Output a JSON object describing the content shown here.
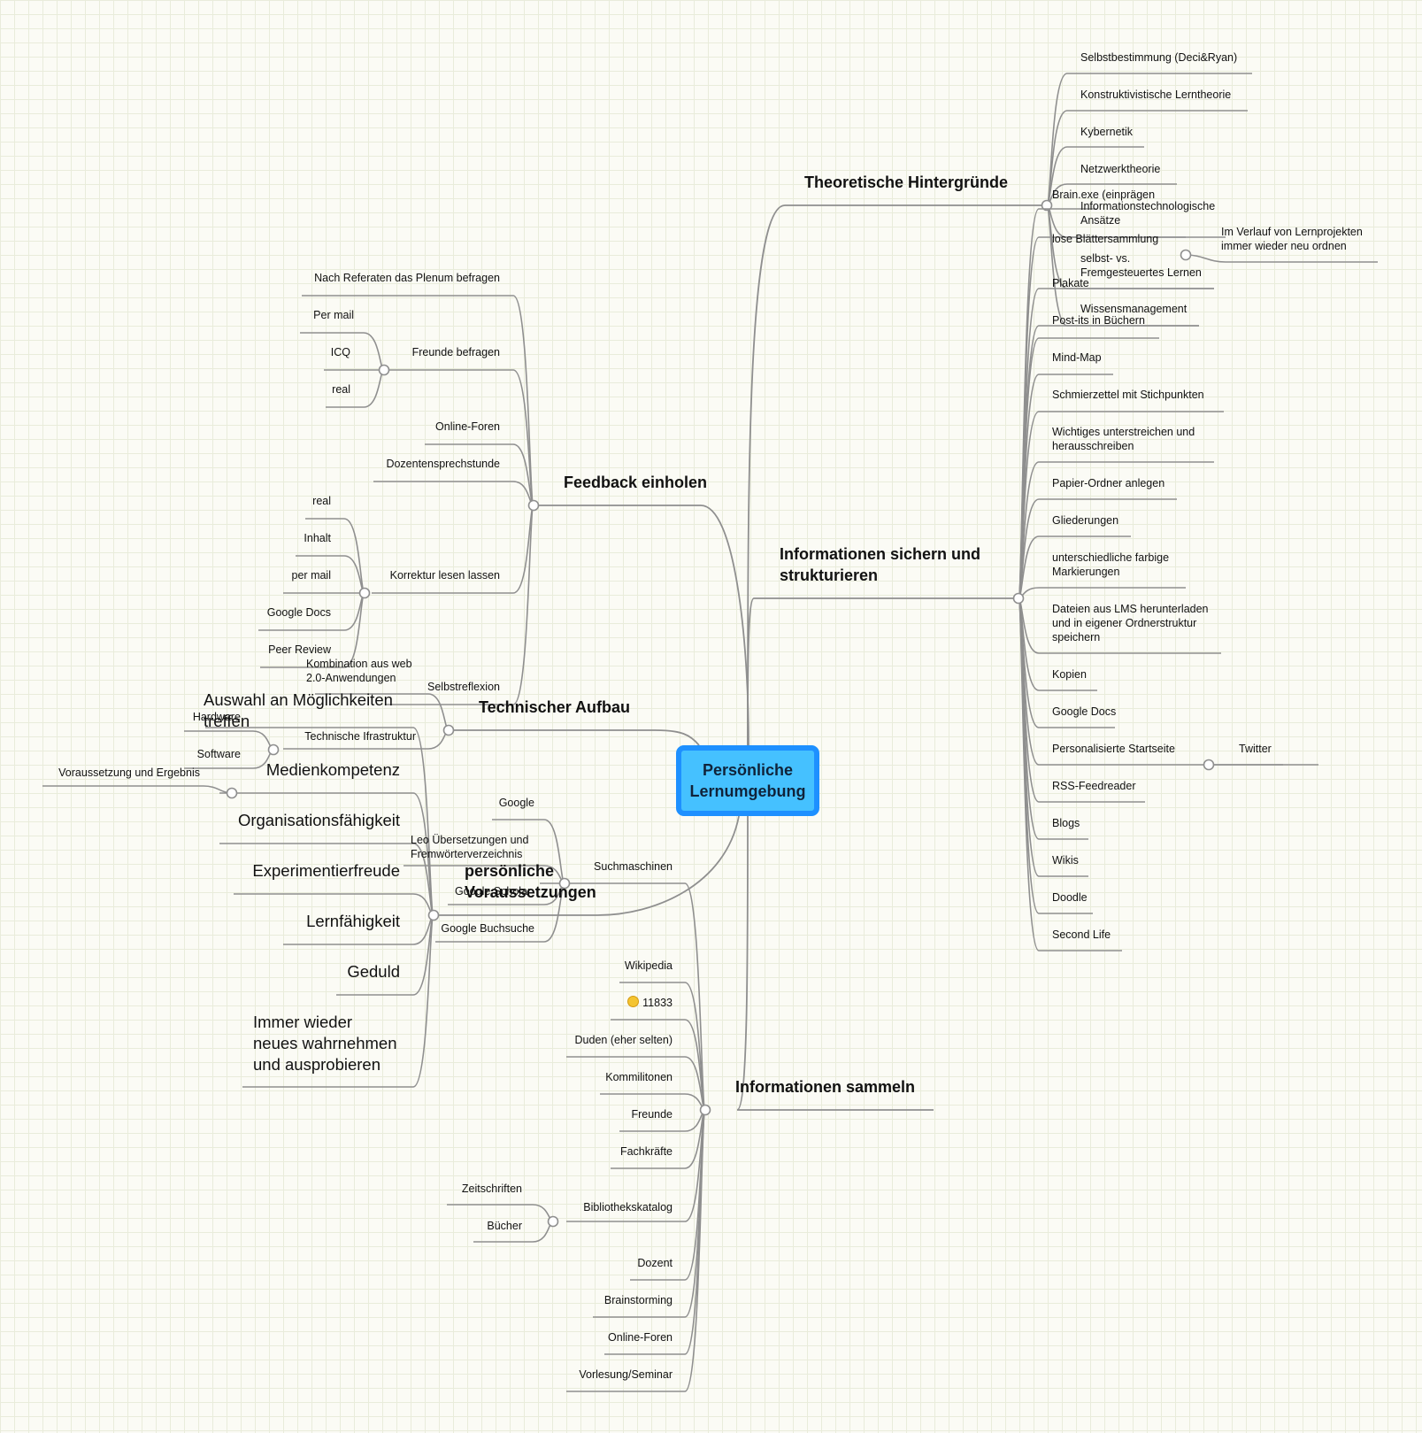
{
  "central": "Persönliche\nLernumgebung",
  "colors": {
    "central_fill": "#45c1ff",
    "central_border": "#1e90ff",
    "line": "#8f8f8f",
    "grid": "#e9ecdb",
    "background": "#fbfbf5"
  },
  "branches": {
    "theoretische_hintergruende": {
      "label": "Theoretische Hintergründe",
      "children": [
        "Selbstbestimmung (Deci&Ryan)",
        "Konstruktivistische Lerntheorie",
        "Kybernetik",
        "Netzwerktheorie",
        "Informationstechnologische\nAnsätze",
        "selbst-  vs.\nFremgesteuertes Lernen",
        "Wissensmanagement"
      ]
    },
    "feedback_einholen": {
      "label": "Feedback einholen",
      "children": {
        "plenum": "Nach Referaten das Plenum befragen",
        "freunde": "Freunde befragen",
        "freunde_sub": [
          "Per mail",
          "ICQ",
          "real"
        ],
        "online_foren": "Online-Foren",
        "dozentensprechstunde": "Dozentensprechstunde",
        "korrektur": "Korrektur lesen lassen",
        "korrektur_sub": [
          "real",
          "Inhalt",
          "per mail",
          "Google Docs",
          "Peer Review"
        ],
        "selbstreflexion": "Selbstreflexion"
      }
    },
    "informationen_sichern": {
      "label": "Informationen sichern und\nstrukturieren",
      "children": [
        "Brain.exe (einprägen",
        "lose Blättersammlung",
        "Plakate",
        "Post-its in Büchern",
        "Mind-Map",
        "Schmierzettel mit Stichpunkten",
        "Wichtiges unterstreichen und\nherausschreiben",
        "Papier-Ordner anlegen",
        "Gliederungen",
        "unterschiedliche farbige\nMarkierungen",
        "Dateien aus LMS herunterladen\nund in eigener Ordnerstruktur\nspeichern",
        "Kopien",
        "Google Docs",
        "Personalisierte Startseite",
        "RSS-Feedreader",
        "Blogs",
        "Wikis",
        "Doodle",
        "Second Life"
      ],
      "blaetter_sub": "Im Verlauf von Lernprojekten\nimmer wieder neu ordnen",
      "startseite_sub": "Twitter"
    },
    "technischer_aufbau": {
      "label": "Technischer Aufbau",
      "children": {
        "kombination": "Kombination aus web\n2.0-Anwendungen",
        "infrastruktur": "Technische Ifrastruktur",
        "infrastruktur_sub": [
          "Hardware",
          "Software"
        ]
      }
    },
    "persoenliche_voraussetzungen": {
      "label": "persönliche\nVoraussetzungen",
      "children": {
        "auswahl": "Auswahl an Möglichkeiten\ntreffen",
        "medienkompetenz": "Medienkompetenz",
        "medienkompetenz_sub": "Voraussetzung und Ergebnis",
        "organisation": "Organisationsfähigkeit",
        "experimentierfreude": "Experimentierfreude",
        "lernfaehigkeit": "Lernfähigkeit",
        "geduld": "Geduld",
        "immer": "Immer  wieder\nneues wahrnehmen\nund ausprobieren"
      }
    },
    "informationen_sammeln": {
      "label": "Informationen sammeln",
      "children": {
        "suchmaschinen": "Suchmaschinen",
        "suchmaschinen_sub": [
          "Google",
          "Leo Übersetzungen und\nFremwörterverzeichnis",
          "Google Scholar",
          "Google Buchsuche"
        ],
        "wikipedia": "Wikipedia",
        "nr11833": "11833",
        "duden": "Duden (eher selten)",
        "kommilitonen": "Kommilitonen",
        "freunde": "Freunde",
        "fachkraefte": "Fachkräfte",
        "bibliothekskatalog": "Bibliothekskatalog",
        "bibliothek_sub": [
          "Zeitschriften",
          "Bücher"
        ],
        "dozent": "Dozent",
        "brainstorming": "Brainstorming",
        "online_foren": "Online-Foren",
        "vorlesung": "Vorlesung/Seminar"
      }
    }
  }
}
